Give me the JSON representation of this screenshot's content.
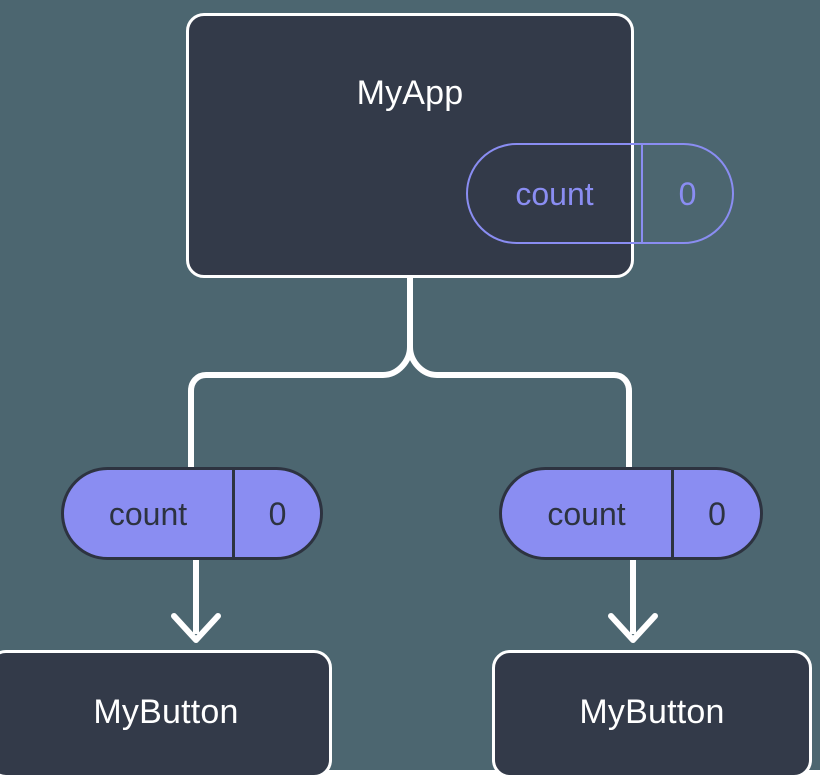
{
  "diagram": {
    "title": "MyApp",
    "background_color": "#4c6670",
    "node_fill": "#333a49",
    "node_border": "#ffffff",
    "accent_color": "#8a8df2",
    "dark_text": "#2d3340",
    "root": {
      "label": "MyApp",
      "state": {
        "key": "count",
        "value": "0"
      }
    },
    "branches": [
      {
        "state": {
          "key": "count",
          "value": "0"
        },
        "child": {
          "label": "MyButton"
        }
      },
      {
        "state": {
          "key": "count",
          "value": "0"
        },
        "child": {
          "label": "MyButton"
        }
      }
    ]
  }
}
